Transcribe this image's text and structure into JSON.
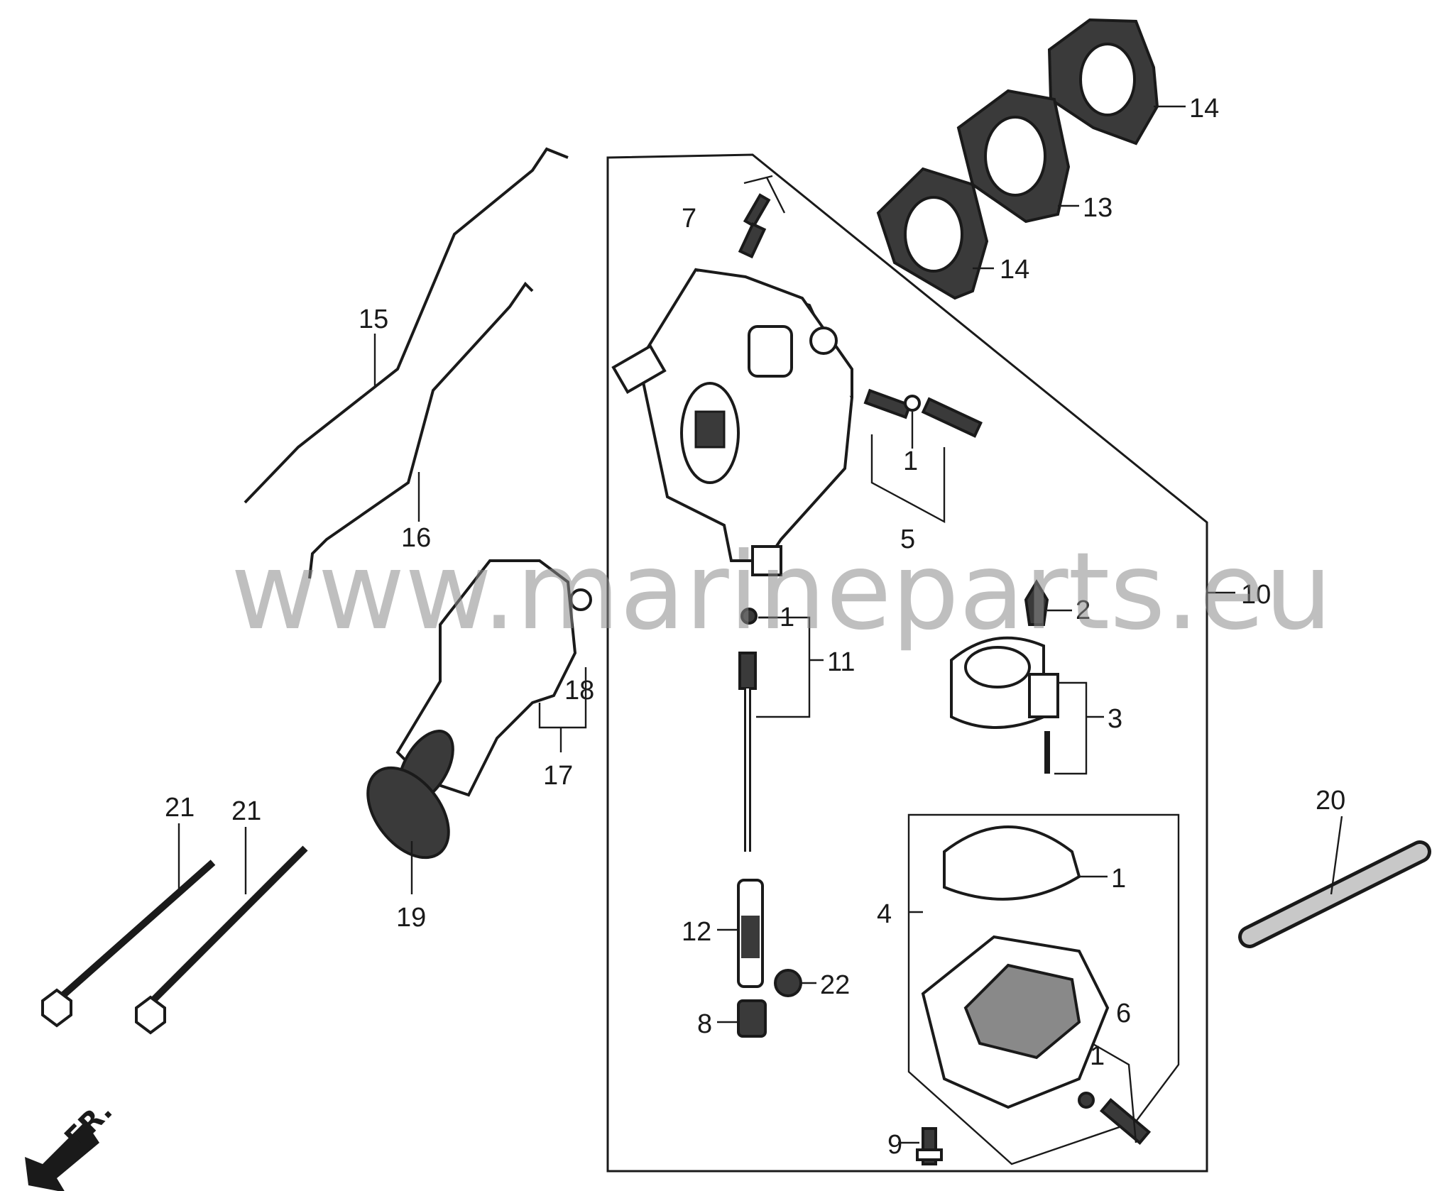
{
  "watermark": "www.marineparts.eu",
  "direction_label": "FR.",
  "callouts": [
    {
      "id": "c15",
      "text": "15"
    },
    {
      "id": "c16",
      "text": "16"
    },
    {
      "id": "c7",
      "text": "7"
    },
    {
      "id": "c14a",
      "text": "14"
    },
    {
      "id": "c13",
      "text": "13"
    },
    {
      "id": "c14b",
      "text": "14"
    },
    {
      "id": "c1a",
      "text": "1"
    },
    {
      "id": "c5",
      "text": "5"
    },
    {
      "id": "c10",
      "text": "10"
    },
    {
      "id": "c2",
      "text": "2"
    },
    {
      "id": "c1b",
      "text": "1"
    },
    {
      "id": "c11",
      "text": "11"
    },
    {
      "id": "c18",
      "text": "18"
    },
    {
      "id": "c17",
      "text": "17"
    },
    {
      "id": "c3",
      "text": "3"
    },
    {
      "id": "c20",
      "text": "20"
    },
    {
      "id": "c21a",
      "text": "21"
    },
    {
      "id": "c21b",
      "text": "21"
    },
    {
      "id": "c19",
      "text": "19"
    },
    {
      "id": "c1c",
      "text": "1"
    },
    {
      "id": "c4",
      "text": "4"
    },
    {
      "id": "c12",
      "text": "12"
    },
    {
      "id": "c22",
      "text": "22"
    },
    {
      "id": "c8",
      "text": "8"
    },
    {
      "id": "c6",
      "text": "6"
    },
    {
      "id": "c1d",
      "text": "1"
    },
    {
      "id": "c9",
      "text": "9"
    }
  ]
}
